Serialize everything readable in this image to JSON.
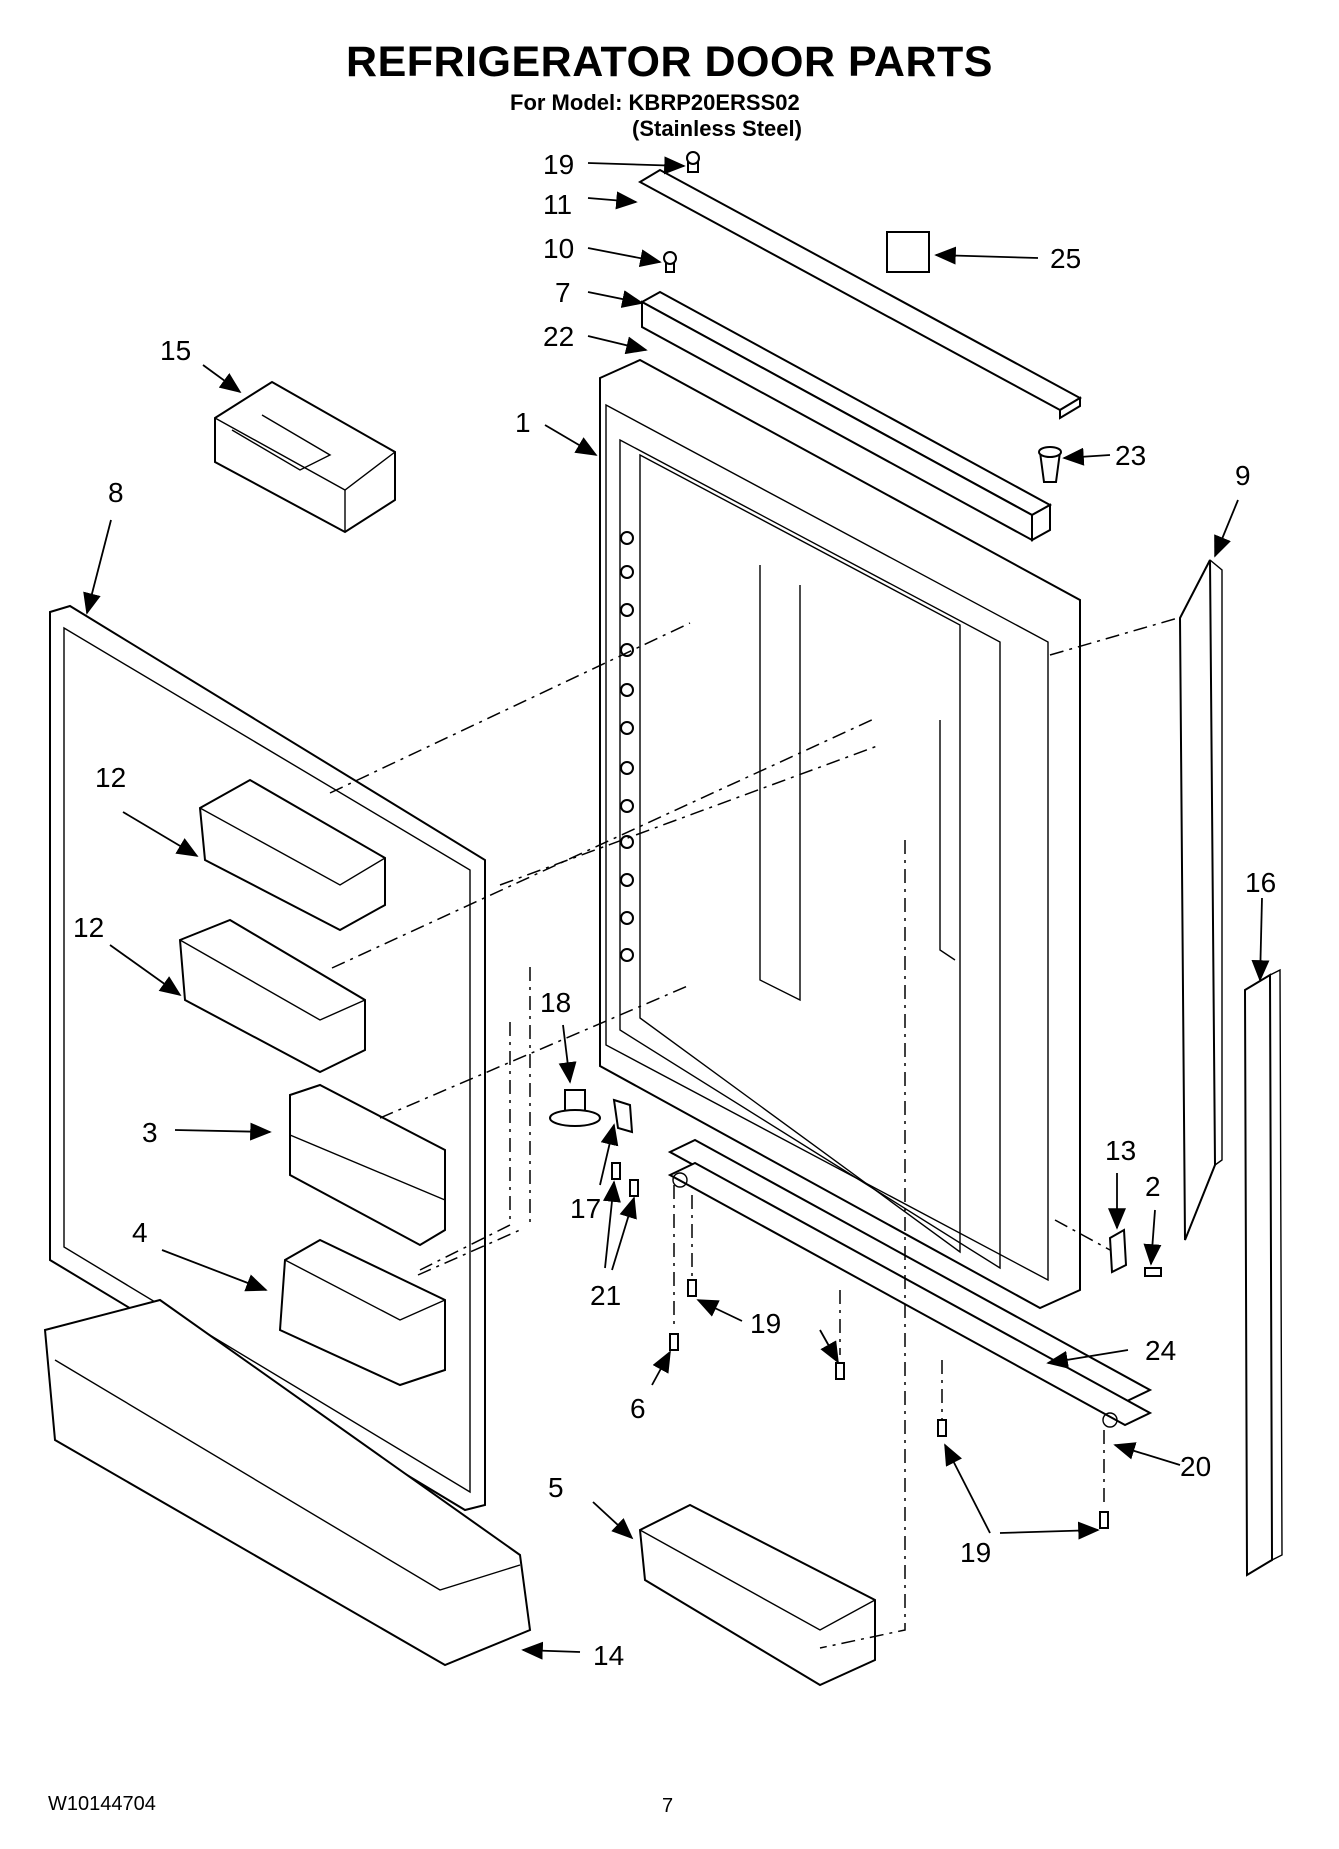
{
  "header": {
    "title": "REFRIGERATOR DOOR PARTS",
    "model_line": "For Model: KBRP20ERSS02",
    "finish_line": "(Stainless Steel)"
  },
  "footer": {
    "doc_number": "W10144704",
    "page_number": "7"
  },
  "callouts": {
    "c19a": "19",
    "c11": "11",
    "c10": "10",
    "c7": "7",
    "c22": "22",
    "c25": "25",
    "c15": "15",
    "c1": "1",
    "c23": "23",
    "c9": "9",
    "c8": "8",
    "c12a": "12",
    "c12b": "12",
    "c16": "16",
    "c18": "18",
    "c3": "3",
    "c13": "13",
    "c2": "2",
    "c17": "17",
    "c4": "4",
    "c21": "21",
    "c19b": "19",
    "c24": "24",
    "c6": "6",
    "c20": "20",
    "c5": "5",
    "c19c": "19",
    "c14": "14"
  }
}
